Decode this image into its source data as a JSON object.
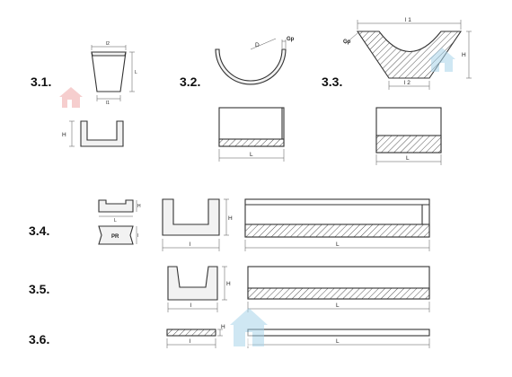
{
  "items": [
    {
      "number": "3.1.",
      "labels": {
        "top_width": "l2",
        "height": "L",
        "bottom_width": "l1",
        "section_height": "H"
      }
    },
    {
      "number": "3.2.",
      "labels": {
        "diameter": "D",
        "gap": "Gp",
        "length": "L"
      }
    },
    {
      "number": "3.3.",
      "labels": {
        "top_width": "l 1",
        "gap": "Gp",
        "height": "H",
        "bottom_width": "l 2",
        "length": "L"
      }
    },
    {
      "number": "3.4.",
      "labels": {
        "block_height": "H",
        "block_width": "L",
        "block_depth": "l",
        "profile": "PR",
        "section_height": "H",
        "section_width": "l",
        "length": "L"
      }
    },
    {
      "number": "3.5.",
      "labels": {
        "section_height": "H",
        "section_width": "l",
        "length": "L"
      }
    },
    {
      "number": "3.6.",
      "labels": {
        "section_height": "H",
        "section_width": "l",
        "length": "L"
      }
    }
  ],
  "watermark": {
    "icon": "house-icon",
    "colors": [
      "#f0a7a7",
      "#a8d4ea"
    ]
  }
}
